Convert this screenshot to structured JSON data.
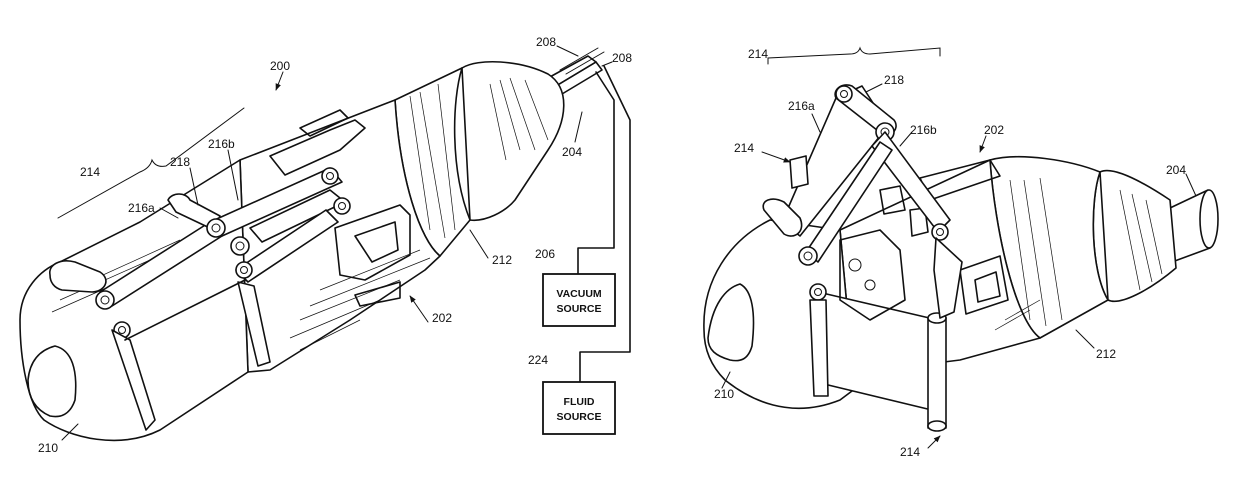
{
  "left_figure": {
    "labels": {
      "device": "200",
      "tubes_a": "208",
      "tubes_b": "208",
      "arm_assembly": "214",
      "link_a": "216a",
      "link_b": "216b",
      "pivot": "218",
      "vacuum_ref": "206",
      "vacuum_line": "204",
      "body": "212",
      "housing": "202",
      "tip": "210",
      "fluid_ref": "224"
    },
    "vacuum_source": {
      "line1": "VACUUM",
      "line2": "SOURCE"
    },
    "fluid_source": {
      "line1": "FLUID",
      "line2": "SOURCE"
    }
  },
  "right_figure": {
    "labels": {
      "arm_assembly_top": "214",
      "pivot": "218",
      "link_a": "216a",
      "link_b": "216b",
      "arm_pointer": "214",
      "housing": "202",
      "vacuum_line": "204",
      "tip": "210",
      "body": "212",
      "arm_bottom": "214"
    }
  }
}
